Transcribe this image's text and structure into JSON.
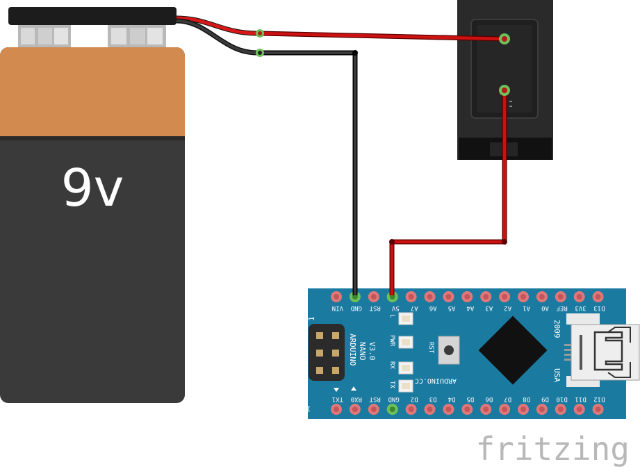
{
  "battery": {
    "label": "9v"
  },
  "board": {
    "name_line1": "ARDUINO",
    "name_line2": "NANO",
    "name_line3": "V3.0",
    "website": "ARDUINO.CC",
    "year": "2009",
    "country": "USA",
    "icsp_label": "ICSP",
    "icsp_pin1": "1",
    "rst_button_label": "RST",
    "led_l": "L",
    "led_pwr": "PWR",
    "led_rx": "RX",
    "led_tx": "TX",
    "top_pins": [
      "VIN",
      "GND",
      "RST",
      "5V",
      "A7",
      "A6",
      "A5",
      "A4",
      "A3",
      "A2",
      "A1",
      "A0",
      "REF",
      "3V3",
      "D13"
    ],
    "bottom_pins": [
      "TX1",
      "RX0",
      "RST",
      "GND",
      "D2",
      "D3",
      "D4",
      "D5",
      "D6",
      "D7",
      "D8",
      "D9",
      "D10",
      "D11",
      "D12"
    ]
  },
  "watermark": "fritzing",
  "colors": {
    "wire_red": "#cc1111",
    "wire_black": "#222222",
    "board_blue": "#1a7aa0",
    "battery_copper": "#d28a4e",
    "battery_body": "#3a3a3a",
    "pin_pad": "#e0787a",
    "pin_active": "#6ec05a"
  }
}
